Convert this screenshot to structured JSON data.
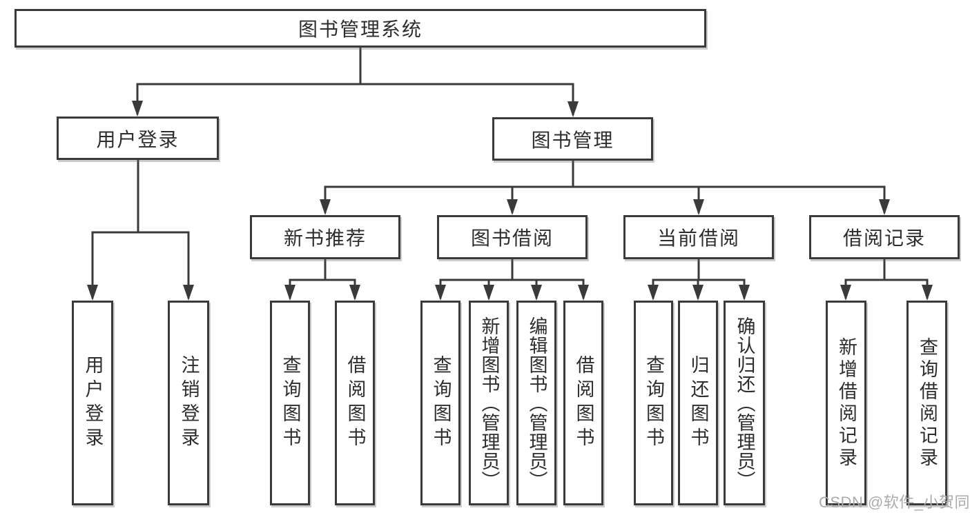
{
  "diagram": {
    "watermark": "CSDN @软件_小贺同学",
    "colors": {
      "line": "#3a3a3a",
      "box_border": "#3a3a3a",
      "text": "#2d2d2d",
      "watermark_text": "#ababab",
      "background": "#ffffff"
    },
    "tree": {
      "root": {
        "label": "图书管理系统"
      },
      "branches": [
        {
          "label": "用户登录",
          "children": [
            {
              "label": "用户登录"
            },
            {
              "label": "注销登录"
            }
          ]
        },
        {
          "label": "图书管理",
          "groups": [
            {
              "label": "新书推荐",
              "children": [
                {
                  "label": "查询图书"
                },
                {
                  "label": "借阅图书"
                }
              ]
            },
            {
              "label": "图书借阅",
              "children": [
                {
                  "label": "查询图书"
                },
                {
                  "label": "新增图书（管理员）"
                },
                {
                  "label": "编辑图书（管理员）"
                },
                {
                  "label": "借阅图书"
                }
              ]
            },
            {
              "label": "当前借阅",
              "children": [
                {
                  "label": "查询图书"
                },
                {
                  "label": "归还图书"
                },
                {
                  "label": "确认归还（管理员）"
                }
              ]
            },
            {
              "label": "借阅记录",
              "children": [
                {
                  "label": "新增借阅记录"
                },
                {
                  "label": "查询借阅记录"
                }
              ]
            }
          ]
        }
      ]
    }
  }
}
